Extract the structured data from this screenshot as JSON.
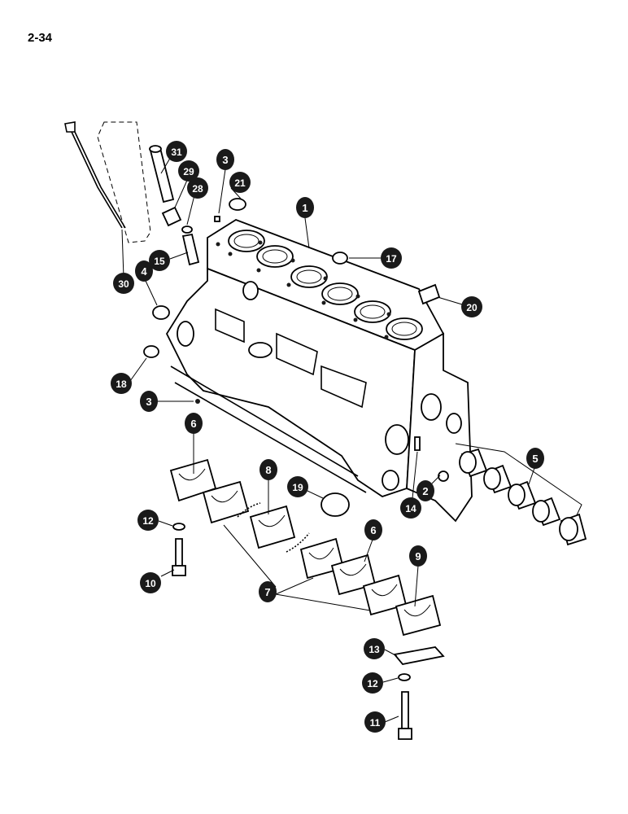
{
  "page": {
    "number": "2-34"
  },
  "callouts": {
    "c1": "1",
    "c2": "2",
    "c3a": "3",
    "c3b": "3",
    "c4": "4",
    "c5": "5",
    "c6a": "6",
    "c6b": "6",
    "c7": "7",
    "c8": "8",
    "c9": "9",
    "c10": "10",
    "c11": "11",
    "c12a": "12",
    "c12b": "12",
    "c13": "13",
    "c14": "14",
    "c15": "15",
    "c17": "17",
    "c18": "18",
    "c19": "19",
    "c20": "20",
    "c21": "21",
    "c28": "28",
    "c29": "29",
    "c30": "30",
    "c31": "31"
  }
}
